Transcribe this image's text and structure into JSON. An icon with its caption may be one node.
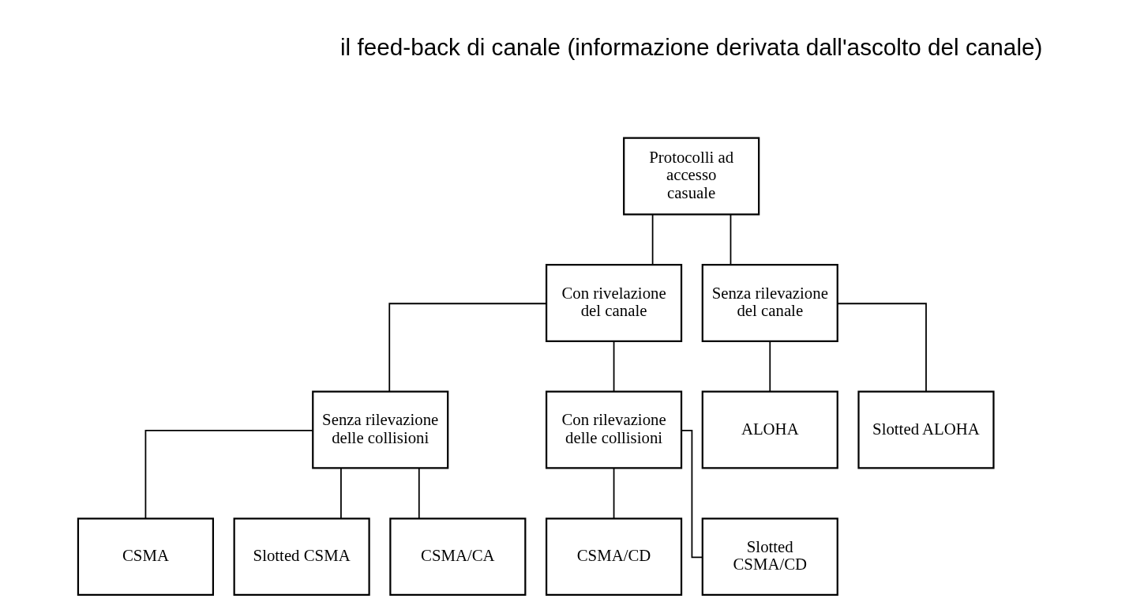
{
  "diagram": {
    "nodes": [
      {
        "text": [
          "Protocolli ad accesso casuale"
        ]
      },
      {
        "text": [
          "Con rivelazione del canale"
        ]
      },
      {
        "text": [
          "Senza rilevazione del canale"
        ]
      },
      {
        "text": [
          "Senza rilevazione delle collisioni"
        ]
      },
      {
        "text": [
          "Con rilevazione delle collisioni"
        ]
      },
      {
        "text": [
          "ALOHA"
        ]
      },
      {
        "text": [
          "Slotted ALOHA"
        ]
      },
      {
        "text": [
          "CSMA"
        ]
      },
      {
        "text": [
          "Slotted CSMA"
        ]
      },
      {
        "text": [
          "CSMA/CA"
        ]
      },
      {
        "text": [
          "CSMA/CD"
        ]
      },
      {
        "text": [
          "Slotted CSMA/CD"
        ]
      }
    ],
    "edges": [
      {
        "from": 0,
        "to": 1,
        "arrow": "none"
      },
      {
        "from": 0,
        "to": 2,
        "arrow": "none"
      },
      {
        "from": 1,
        "to": 3,
        "arrow": "none"
      },
      {
        "from": 1,
        "to": 4,
        "arrow": "none"
      },
      {
        "from": 2,
        "to": 5,
        "arrow": "none"
      },
      {
        "from": 2,
        "to": 6,
        "arrow": "none"
      },
      {
        "from": 3,
        "to": 7,
        "arrow": "none"
      },
      {
        "from": 3,
        "to": 8,
        "arrow": "none"
      },
      {
        "from": 3,
        "to": 9,
        "arrow": "none"
      },
      {
        "from": 4,
        "to": 10,
        "arrow": "none"
      },
      {
        "from": 4,
        "to": 11,
        "arrow": "none"
      }
    ],
    "labels": [
      "il feed-back di canale (informazione derivata dall'ascolto del canale)"
    ]
  }
}
